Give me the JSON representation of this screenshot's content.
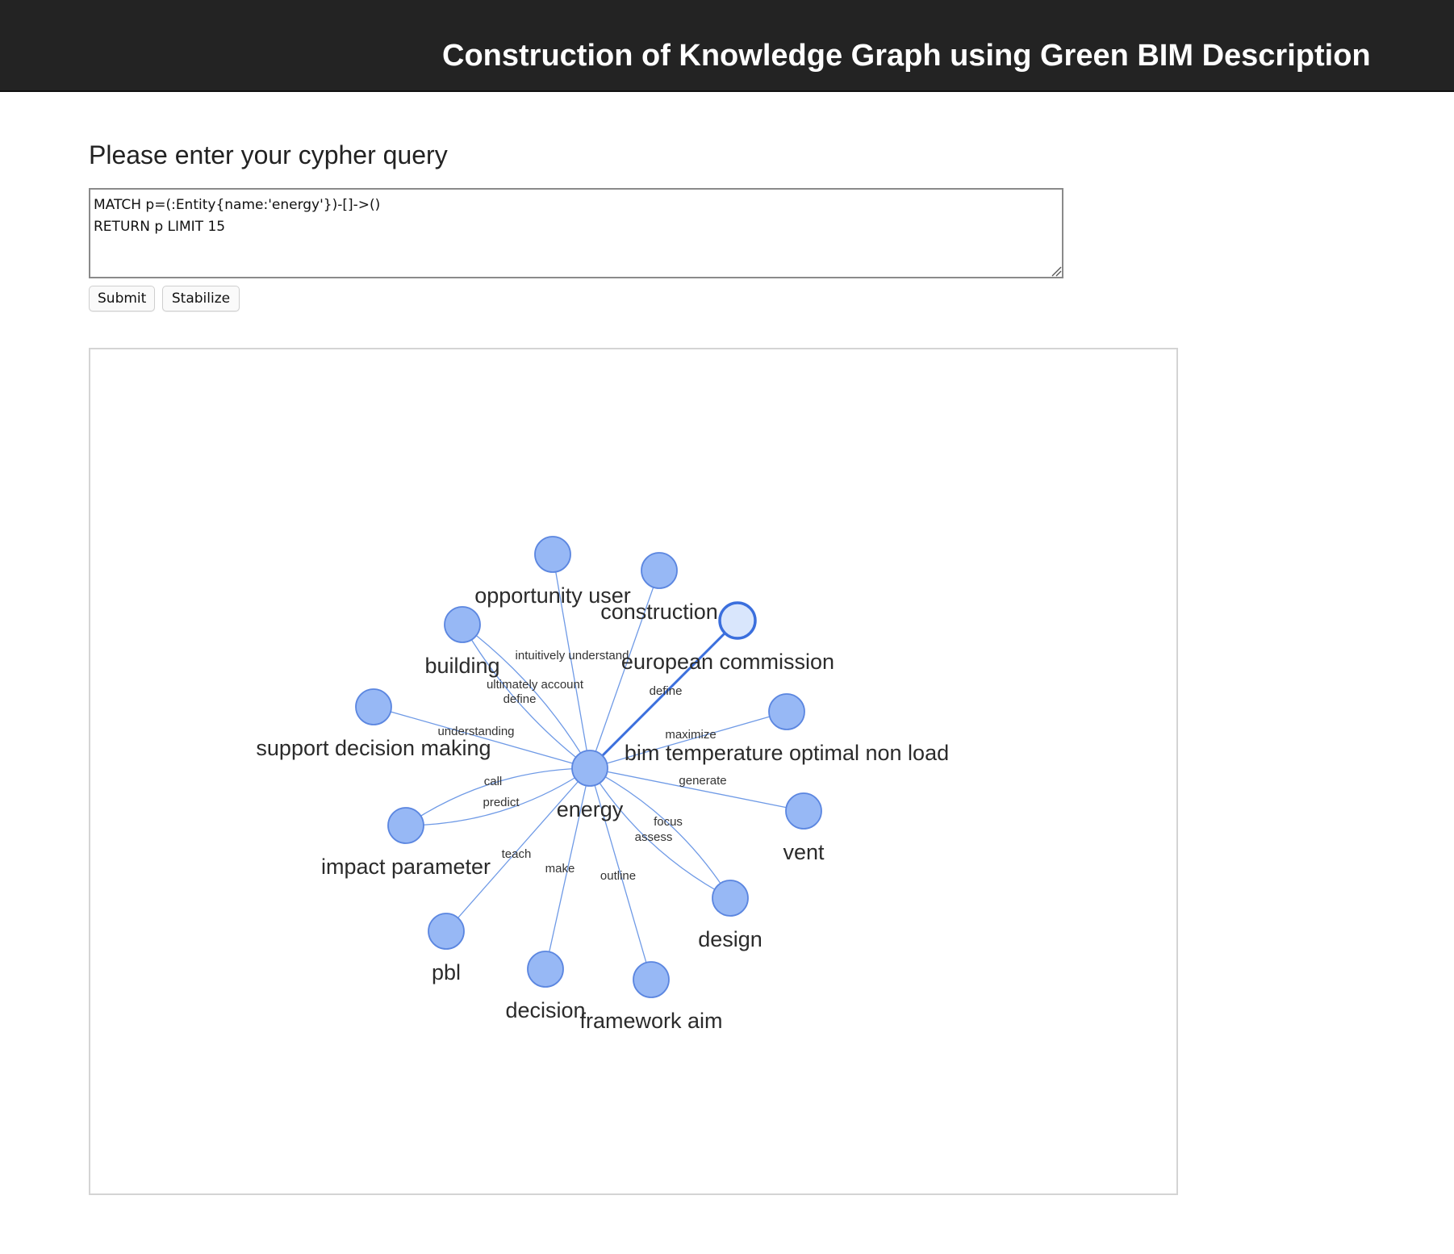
{
  "header": {
    "title": "Construction of Knowledge Graph using Green BIM Description"
  },
  "query": {
    "prompt": "Please enter your cypher query",
    "value": "MATCH p=(:Entity{name:'energy'})-[]->()\nRETURN p LIMIT 15"
  },
  "buttons": {
    "submit": "Submit",
    "stabilize": "Stabilize"
  },
  "graph": {
    "colors": {
      "node_fill": "#97b8f5",
      "node_border": "#5b86e0",
      "edge": "#6f9ae6",
      "selected_fill": "#d9e6fc",
      "selected_border": "#3b6fdd"
    },
    "center": {
      "id": "energy",
      "label": "energy"
    },
    "nodes": [
      {
        "id": "opportunity_user",
        "label": "opportunity user"
      },
      {
        "id": "construction",
        "label": "construction"
      },
      {
        "id": "european_commission",
        "label": "european commission",
        "selected": true
      },
      {
        "id": "building",
        "label": "building"
      },
      {
        "id": "support_decision_making",
        "label": "support decision making"
      },
      {
        "id": "bim_temperature",
        "label": "bim temperature optimal non load"
      },
      {
        "id": "impact_parameter",
        "label": "impact parameter"
      },
      {
        "id": "vent",
        "label": "vent"
      },
      {
        "id": "design",
        "label": "design"
      },
      {
        "id": "pbl",
        "label": "pbl"
      },
      {
        "id": "decision",
        "label": "decision"
      },
      {
        "id": "framework_aim",
        "label": "framework aim"
      }
    ],
    "edges": [
      {
        "to": "opportunity_user",
        "label": "intuitively understand"
      },
      {
        "to": "construction",
        "label": ""
      },
      {
        "to": "european_commission",
        "label": "define"
      },
      {
        "to": "building",
        "label": "ultimately account"
      },
      {
        "to": "building",
        "label": "define"
      },
      {
        "to": "support_decision_making",
        "label": "understanding"
      },
      {
        "to": "bim_temperature",
        "label": "maximize"
      },
      {
        "to": "impact_parameter",
        "label": "call"
      },
      {
        "to": "impact_parameter",
        "label": "predict"
      },
      {
        "to": "vent",
        "label": "generate"
      },
      {
        "to": "design",
        "label": "focus"
      },
      {
        "to": "design",
        "label": "assess"
      },
      {
        "to": "pbl",
        "label": "teach"
      },
      {
        "to": "decision",
        "label": "make"
      },
      {
        "to": "framework_aim",
        "label": "outline"
      }
    ]
  }
}
